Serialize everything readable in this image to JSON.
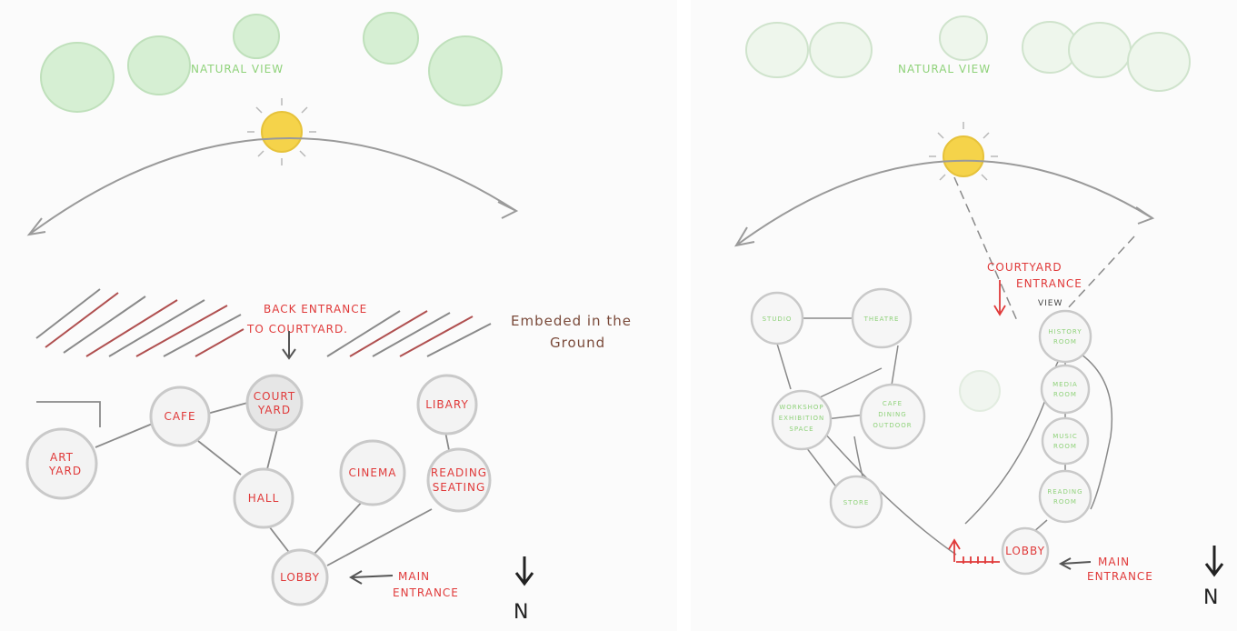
{
  "colors": {
    "sun": "#f5d34a",
    "tree": "#bfe6bd",
    "red_text": "#e03a3a",
    "green_text": "#7fcf66",
    "brown_text": "#7a4a3a",
    "node_border": "#c9c9c9"
  },
  "left_sketch": {
    "view_label": "NATURAL VIEW",
    "back_entrance_line1": "BACK ENTRANCE",
    "back_entrance_line2": "TO COURTYARD.",
    "embedded_line1": "Embeded in the",
    "embedded_line2": "Ground",
    "main_entrance_line1": "MAIN",
    "main_entrance_line2": "ENTRANCE",
    "north": "N",
    "nodes": {
      "art_yard": [
        "ART",
        "YARD"
      ],
      "cafe": [
        "CAFE"
      ],
      "courtyard": [
        "COURT",
        "YARD"
      ],
      "library": [
        "LIBARY"
      ],
      "hall": [
        "HALL"
      ],
      "cinema": [
        "CINEMA"
      ],
      "reading": [
        "READING",
        "SEATING"
      ],
      "lobby": [
        "LOBBY"
      ]
    }
  },
  "right_sketch": {
    "view_label": "NATURAL VIEW",
    "courtyard_entrance_line1": "COURTYARD",
    "courtyard_entrance_line2": "ENTRANCE",
    "view_small": "VIEW",
    "main_entrance_line1": "MAIN",
    "main_entrance_line2": "ENTRANCE",
    "north": "N",
    "nodes": {
      "tl": [
        "STUDIO"
      ],
      "tm": [
        "THEATRE"
      ],
      "ml": [
        "WORKSHOP",
        "EXHIBITION",
        "SPACE"
      ],
      "mm": [
        "CAFE",
        "DINING",
        "OUTDOOR"
      ],
      "bl": [
        "STORE"
      ],
      "r1": [
        "HISTORY",
        "ROOM"
      ],
      "r2": [
        "MEDIA",
        "ROOM"
      ],
      "r3": [
        "MUSIC",
        "ROOM"
      ],
      "r4": [
        "READING",
        "ROOM"
      ],
      "lobby": [
        "LOBBY"
      ]
    }
  }
}
